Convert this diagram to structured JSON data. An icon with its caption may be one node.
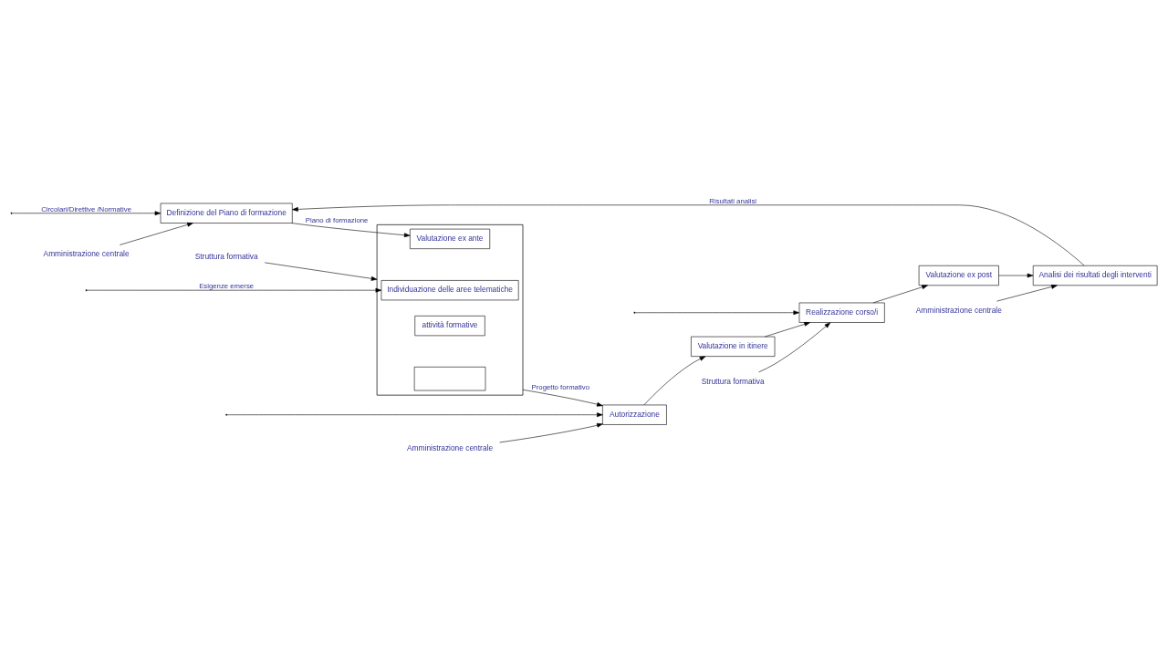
{
  "diagram": {
    "nodes": [
      {
        "text": [
          "Amministrazione centrale"
        ]
      },
      {
        "text": [
          "Definizione del Piano di formazione"
        ]
      },
      {
        "text": [
          "Struttura formativa"
        ]
      },
      {
        "text": [],
        "shape": "box"
      },
      {
        "text": [
          "Individuazione delle aree telematiche"
        ],
        "in": 3
      },
      {
        "text": [
          "Valutazione ex ante"
        ],
        "in": 3
      },
      {
        "text": [
          "attività formative"
        ],
        "in": 3
      },
      {
        "text": [],
        "shape": "box",
        "in": 3
      },
      {
        "text": [
          "Amministrazione centrale"
        ]
      },
      {
        "text": [
          "Autorizzazione"
        ]
      },
      {
        "text": [
          "Valutazione in itinere"
        ]
      },
      {
        "text": [
          "Struttura formativa"
        ]
      },
      {
        "text": [
          "Realizzazione corso/i"
        ]
      },
      {
        "text": [
          "Valutazione ex post"
        ]
      },
      {
        "text": [
          "Analisi dei risultati degli interventi"
        ]
      },
      {
        "text": [
          "Amministrazione centrale"
        ]
      }
    ],
    "edges": [
      {
        "from": null,
        "to": 1,
        "arrow": "to",
        "label": "Circolari/Direttive /Normative"
      },
      {
        "from": 0,
        "to": 1,
        "arrow": "to"
      },
      {
        "from": 14,
        "to": 1,
        "arrow": "to",
        "label": "Risultati analisi"
      },
      {
        "from": 2,
        "to": 3,
        "arrow": "to"
      },
      {
        "from": null,
        "to": 4,
        "arrow": "to",
        "label": "Esigenze emerse"
      },
      {
        "from": 1,
        "to": 5,
        "arrow": "to",
        "label": "Piano di formazione"
      },
      {
        "from": 3,
        "to": 9,
        "arrow": "to",
        "label": "Progetto formativo"
      },
      {
        "from": 8,
        "to": 9,
        "arrow": "to"
      },
      {
        "from": null,
        "to": 9,
        "arrow": "to"
      },
      {
        "from": 9,
        "to": 10,
        "arrow": "to"
      },
      {
        "from": 10,
        "to": 12,
        "arrow": "to"
      },
      {
        "from": null,
        "to": 12,
        "arrow": "to"
      },
      {
        "from": 11,
        "to": 12,
        "arrow": "to"
      },
      {
        "from": 12,
        "to": 13,
        "arrow": "to"
      },
      {
        "from": 13,
        "to": 14,
        "arrow": "to"
      },
      {
        "from": 15,
        "to": 14,
        "arrow": "to"
      }
    ]
  }
}
